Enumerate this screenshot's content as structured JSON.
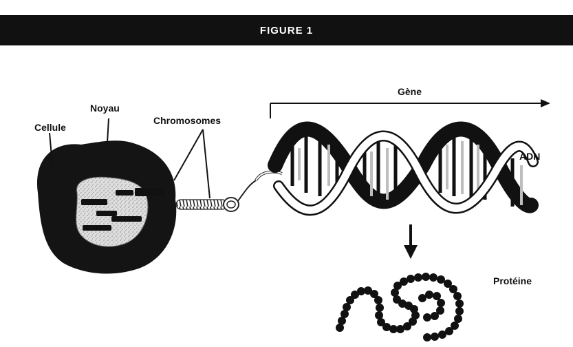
{
  "banner": {
    "title": "FIGURE 1"
  },
  "labels": {
    "cellule": "Cellule",
    "noyau": "Noyau",
    "chromosomes": "Chromosomes",
    "gene": "Gène",
    "adn": "ADN",
    "proteine": "Protéine"
  },
  "colors": {
    "banner": "#111111",
    "cell": "#141414",
    "nucleus": "#d6d6d6",
    "ink": "#111111",
    "paper": "#ffffff"
  }
}
